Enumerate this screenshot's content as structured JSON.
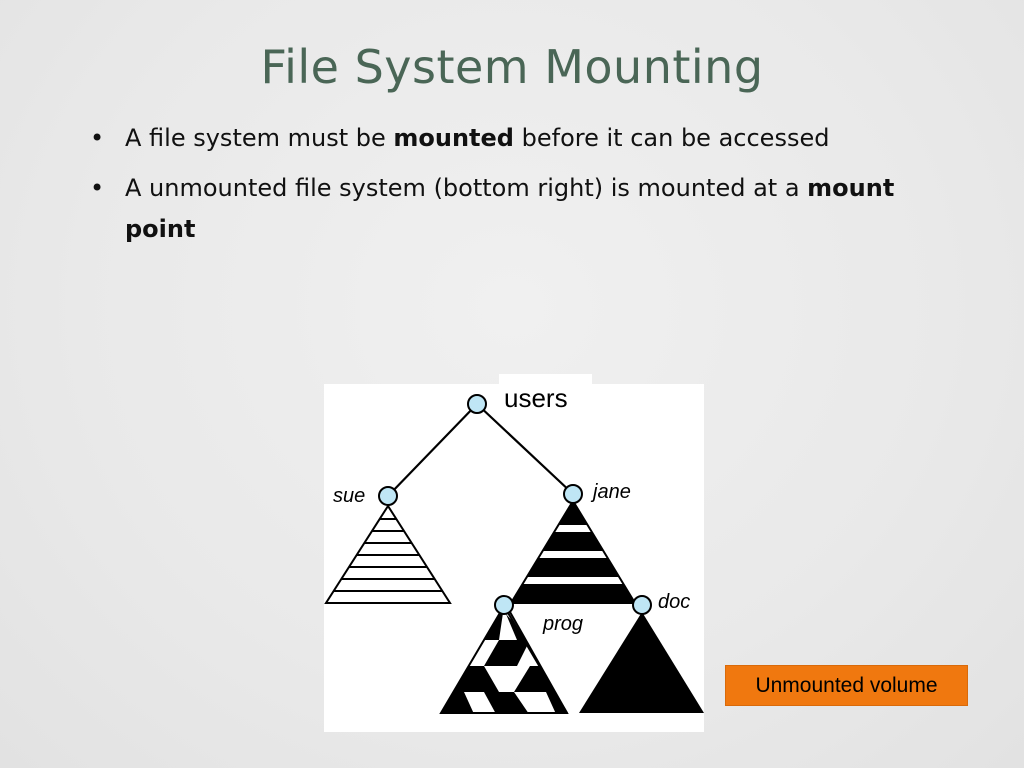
{
  "slide": {
    "title": "File System Mounting",
    "bullets": [
      {
        "pre": "A file system must be ",
        "bold": "mounted",
        "post": " before it can be accessed"
      },
      {
        "pre": "A unmounted file system (bottom right) is mounted at a ",
        "bold": "mount point",
        "post": ""
      }
    ]
  },
  "diagram": {
    "nodes": {
      "users": "users",
      "sue": "sue",
      "jane": "jane",
      "prog": "prog",
      "doc": "doc"
    },
    "colors": {
      "node_fill": "#bfe6f5",
      "ink": "#000000",
      "panel": "#ffffff"
    }
  },
  "callout": {
    "label": "Unmounted volume",
    "color": "#f0780f"
  }
}
